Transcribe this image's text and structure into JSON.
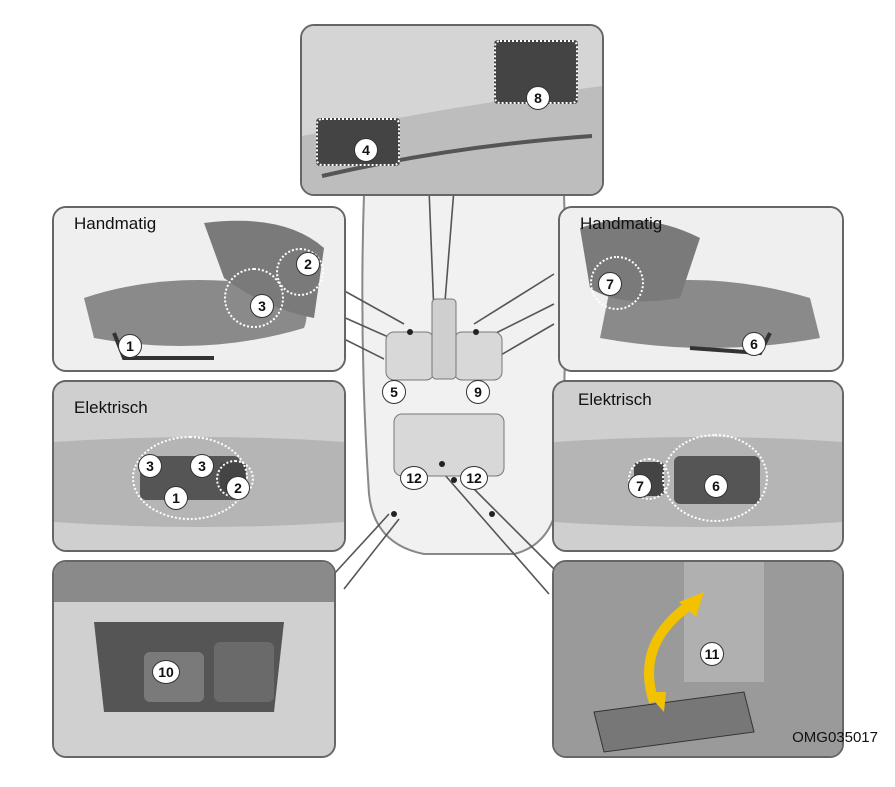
{
  "labels": {
    "front_left_manual": "Handmatig",
    "front_right_manual": "Handmatig",
    "front_left_electric": "Elektrisch",
    "front_right_electric": "Elektrisch"
  },
  "callouts": {
    "top_left_switch": "4",
    "top_right_switch": "8",
    "manual_left_1": "1",
    "manual_left_2": "2",
    "manual_left_3": "3",
    "manual_right_7": "7",
    "manual_right_6": "6",
    "electric_left_3a": "3",
    "electric_left_3b": "3",
    "electric_left_1": "1",
    "electric_left_2": "2",
    "electric_right_7": "7",
    "electric_right_6": "6",
    "car_5": "5",
    "car_9": "9",
    "car_12a": "12",
    "car_12b": "12",
    "rear_switch_10": "10",
    "armrest_11": "11"
  },
  "colors": {
    "arrow": "#f2c200",
    "panel_border": "#666666"
  },
  "reference_code": "OMG035017"
}
